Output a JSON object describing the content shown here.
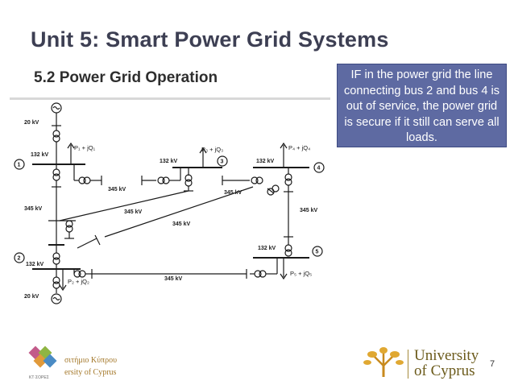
{
  "slide": {
    "title": "Unit 5: Smart Power Grid Systems",
    "subtitle": "5.2 Power Grid Operation",
    "callout": "IF in the power grid the line connecting bus 2 and bus 4 is out of service, the power grid is  secure if it still can serve all loads.",
    "page_number": "7"
  },
  "diagram": {
    "buses": [
      "1",
      "2",
      "3",
      "4",
      "5"
    ],
    "voltage_labels": {
      "kv20_top": "20 kV",
      "kv20_bottom": "20 kV",
      "kv132_bus1": "132 kV",
      "kv132_bus2": "132 kV",
      "kv132_bus3": "132 kV",
      "kv132_bus4": "132 kV",
      "kv132_bus5": "132 kV",
      "kv345_left": "345 kV",
      "kv345_a": "345 kV",
      "kv345_b": "345 kV",
      "kv345_c": "345 kV",
      "kv345_d": "345 kV",
      "kv345_right": "345 kV",
      "kv345_bottom": "345 kV"
    },
    "loads": {
      "p1": "P₁ + jQ₁",
      "p2": "P₂ + jQ₂",
      "p3": "P₃ + jQ₃",
      "p4": "P₄ + jQ₄",
      "p5": "P₅ + jQ₅"
    }
  },
  "footer": {
    "left_logo_text_line1": "σιτήμιο Κύπρου",
    "left_logo_text_line2": "ersity of Cyprus",
    "left_logo_caption": "ΚΤ·ΣΟΡΕΣ",
    "right_logo_line1": "University",
    "right_logo_line2": "of Cyprus"
  }
}
